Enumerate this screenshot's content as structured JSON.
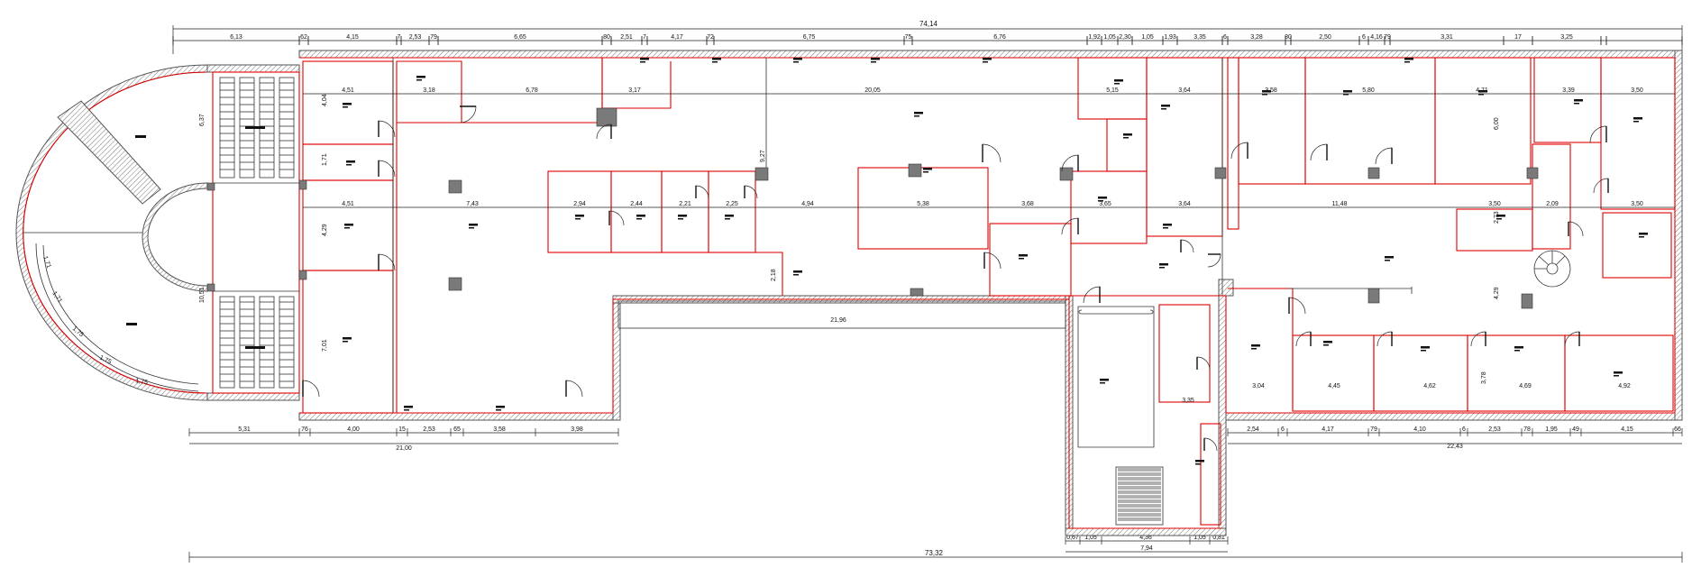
{
  "colors": {
    "walls": "#555555",
    "outline": "#e00000",
    "columns": "#7a7a7a",
    "lines": "#222222"
  },
  "top_chain_total": "74,14",
  "top_chain": [
    "6,13",
    "62",
    "4,15",
    "7",
    "2,53",
    "79",
    "6,65",
    "80",
    "2,51",
    "7",
    "4,17",
    "72",
    "6,75",
    "75",
    "6,76",
    "1,92",
    "1,05",
    "2,30",
    "1,05",
    "1,93",
    "3,35",
    "6",
    "3,28",
    "80",
    "2,50",
    "6",
    "4,16",
    "79",
    "3,31",
    "17",
    "3,25"
  ],
  "bottom_left_chain": [
    "5,31",
    "76",
    "4,00",
    "15",
    "2,53",
    "65",
    "3,58",
    "3,98"
  ],
  "bottom_left_total": "21,00",
  "bottom_right_chain": [
    "2,54",
    "6",
    "4,17",
    "79",
    "4,10",
    "6",
    "2,53",
    "78",
    "1,95",
    "49",
    "4,15",
    "66"
  ],
  "bottom_right_total": "22,43",
  "stair_chain": [
    "0,67",
    "1,05",
    "4,36",
    "1,05",
    "0,81"
  ],
  "stair_total": "7,94",
  "overall_total": "73,32",
  "corridor_length": "21,96",
  "room_dims": {
    "r1": "4,51",
    "r2": "3,18",
    "r3": "6,78",
    "r4": "3,17",
    "r5": "20,05",
    "r6": "5,15",
    "r7": "3,64",
    "r8": "3,58",
    "r9": "5,80",
    "r10": "4,71",
    "r11": "3,39",
    "r12": "3,50",
    "r13": "4,51",
    "r14": "7,43",
    "r15": "2,94",
    "r16": "2,44",
    "r17": "2,21",
    "r18": "2,25",
    "r19": "4,94",
    "r20": "5,38",
    "r21": "3,68",
    "r22": "3,65",
    "r23": "3,64",
    "r24": "11,48",
    "r25": "3,50",
    "r26": "2,09",
    "r27": "3,50",
    "r28": "3,04",
    "r29": "4,45",
    "r30": "4,62",
    "r31": "4,69",
    "r32": "4,92",
    "r33": "3,35"
  },
  "vert_dims": {
    "v1": "6,37",
    "v2": "4,04",
    "v3": "1,71",
    "v4": "4,29",
    "v5": "7,01",
    "v6": "10,51",
    "v7": "9,27",
    "v8": "2,18",
    "v9": "6,00",
    "v10": "4,29",
    "v11": "3,78",
    "v12": "2,73"
  },
  "arc_dims": [
    "1,71",
    "1,71",
    "1,75",
    "1,75",
    "1,75"
  ]
}
